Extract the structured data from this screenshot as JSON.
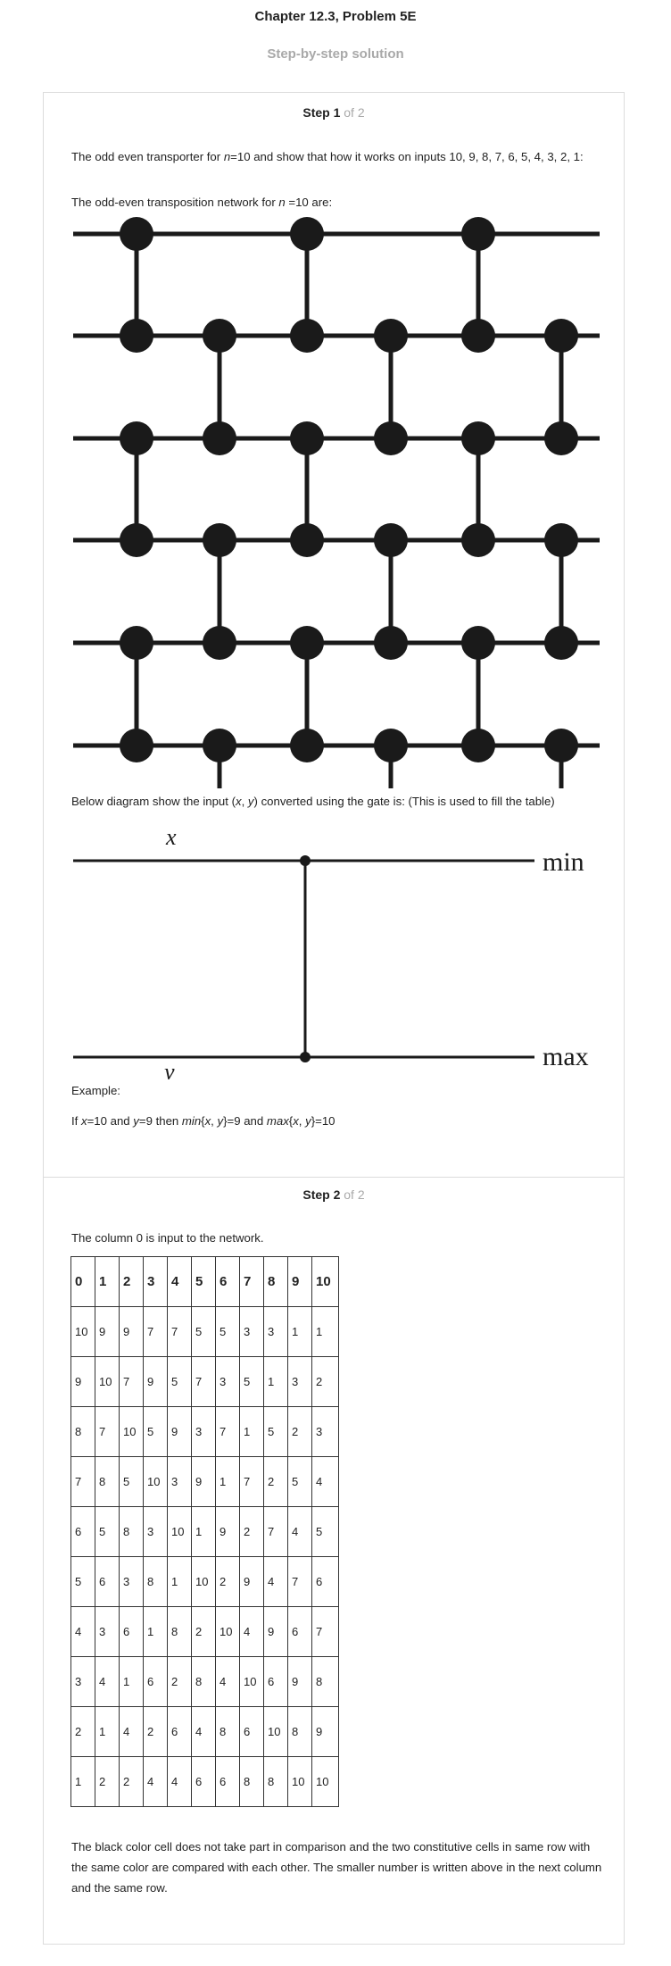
{
  "header": {
    "chapter": "Chapter 12.3, Problem 5E",
    "subtitle": "Step-by-step solution"
  },
  "step1": {
    "step_label": "Step 1",
    "of_label": "of 2",
    "intro_a": "The odd even transporter for ",
    "intro_n": "n",
    "intro_b": "=10 and show that how it works on inputs 10, 9, 8, 7, 6, 5, 4, 3, 2, 1:",
    "network_a": "The odd-even transposition network for ",
    "network_n": "n",
    "network_b": " =10 are:",
    "gate_a": "Below diagram show the input (",
    "gate_x": "x",
    "gate_comma": ", ",
    "gate_y": "y",
    "gate_b": ") converted using the gate is: (This is used to fill the table)",
    "comparator": {
      "x_label": "x",
      "y_label": "y",
      "min_label": "min",
      "max_label": "max"
    },
    "example_label": "Example:",
    "example": {
      "p1": "If ",
      "x": "x",
      "p2": "=10 and ",
      "y": "y",
      "p3": "=9 then ",
      "min": "min",
      "p4": "{",
      "x2": "x",
      "p5": ", ",
      "y2": "y",
      "p6": "}=9 and ",
      "max": "max",
      "p7": "{",
      "x3": "x",
      "p8": ", ",
      "y3": "y",
      "p9": "}=10"
    }
  },
  "step2": {
    "step_label": "Step 2",
    "of_label": "of 2",
    "intro": "The column 0 is input to the network.",
    "table": {
      "headers": [
        "0",
        "1",
        "2",
        "3",
        "4",
        "5",
        "6",
        "7",
        "8",
        "9",
        "10"
      ],
      "rows": [
        [
          "10",
          "9",
          "9",
          "7",
          "7",
          "5",
          "5",
          "3",
          "3",
          "1",
          "1"
        ],
        [
          "9",
          "10",
          "7",
          "9",
          "5",
          "7",
          "3",
          "5",
          "1",
          "3",
          "2"
        ],
        [
          "8",
          "7",
          "10",
          "5",
          "9",
          "3",
          "7",
          "1",
          "5",
          "2",
          "3"
        ],
        [
          "7",
          "8",
          "5",
          "10",
          "3",
          "9",
          "1",
          "7",
          "2",
          "5",
          "4"
        ],
        [
          "6",
          "5",
          "8",
          "3",
          "10",
          "1",
          "9",
          "2",
          "7",
          "4",
          "5"
        ],
        [
          "5",
          "6",
          "3",
          "8",
          "1",
          "10",
          "2",
          "9",
          "4",
          "7",
          "6"
        ],
        [
          "4",
          "3",
          "6",
          "1",
          "8",
          "2",
          "10",
          "4",
          "9",
          "6",
          "7"
        ],
        [
          "3",
          "4",
          "1",
          "6",
          "2",
          "8",
          "4",
          "10",
          "6",
          "9",
          "8"
        ],
        [
          "2",
          "1",
          "4",
          "2",
          "6",
          "4",
          "8",
          "6",
          "10",
          "8",
          "9"
        ],
        [
          "1",
          "2",
          "2",
          "4",
          "4",
          "6",
          "6",
          "8",
          "8",
          "10",
          "10"
        ]
      ]
    },
    "note": "The black color cell does not take part in comparison and the two constitutive cells in same row with the same color are compared with each other. The smaller number is written above in the next column and the same row."
  },
  "colors": {
    "text": "#222222",
    "muted": "#a9a9a9",
    "card_border": "#dcdcdc",
    "diagram": "#1a1a1a"
  }
}
